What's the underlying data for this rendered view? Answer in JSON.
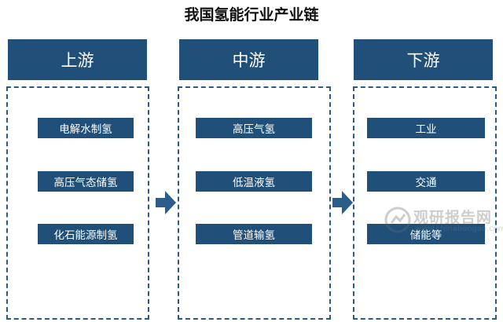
{
  "title": "我国氢能行业产业链",
  "stages": [
    {
      "name": "上游",
      "items": [
        "电解水制氢",
        "高压气态储氢",
        "化石能源制氢"
      ]
    },
    {
      "name": "中游",
      "items": [
        "高压气氢",
        "低温液氢",
        "管道输氢"
      ]
    },
    {
      "name": "下游",
      "items": [
        "工业",
        "交通",
        "储能等"
      ]
    }
  ],
  "watermark": {
    "brand": "观研报告网",
    "url": "www.chinabaogao.com"
  },
  "colors": {
    "box_fill": "#20507a",
    "dashed_border": "#2b5a86",
    "arrow": "#2c5d8a"
  }
}
